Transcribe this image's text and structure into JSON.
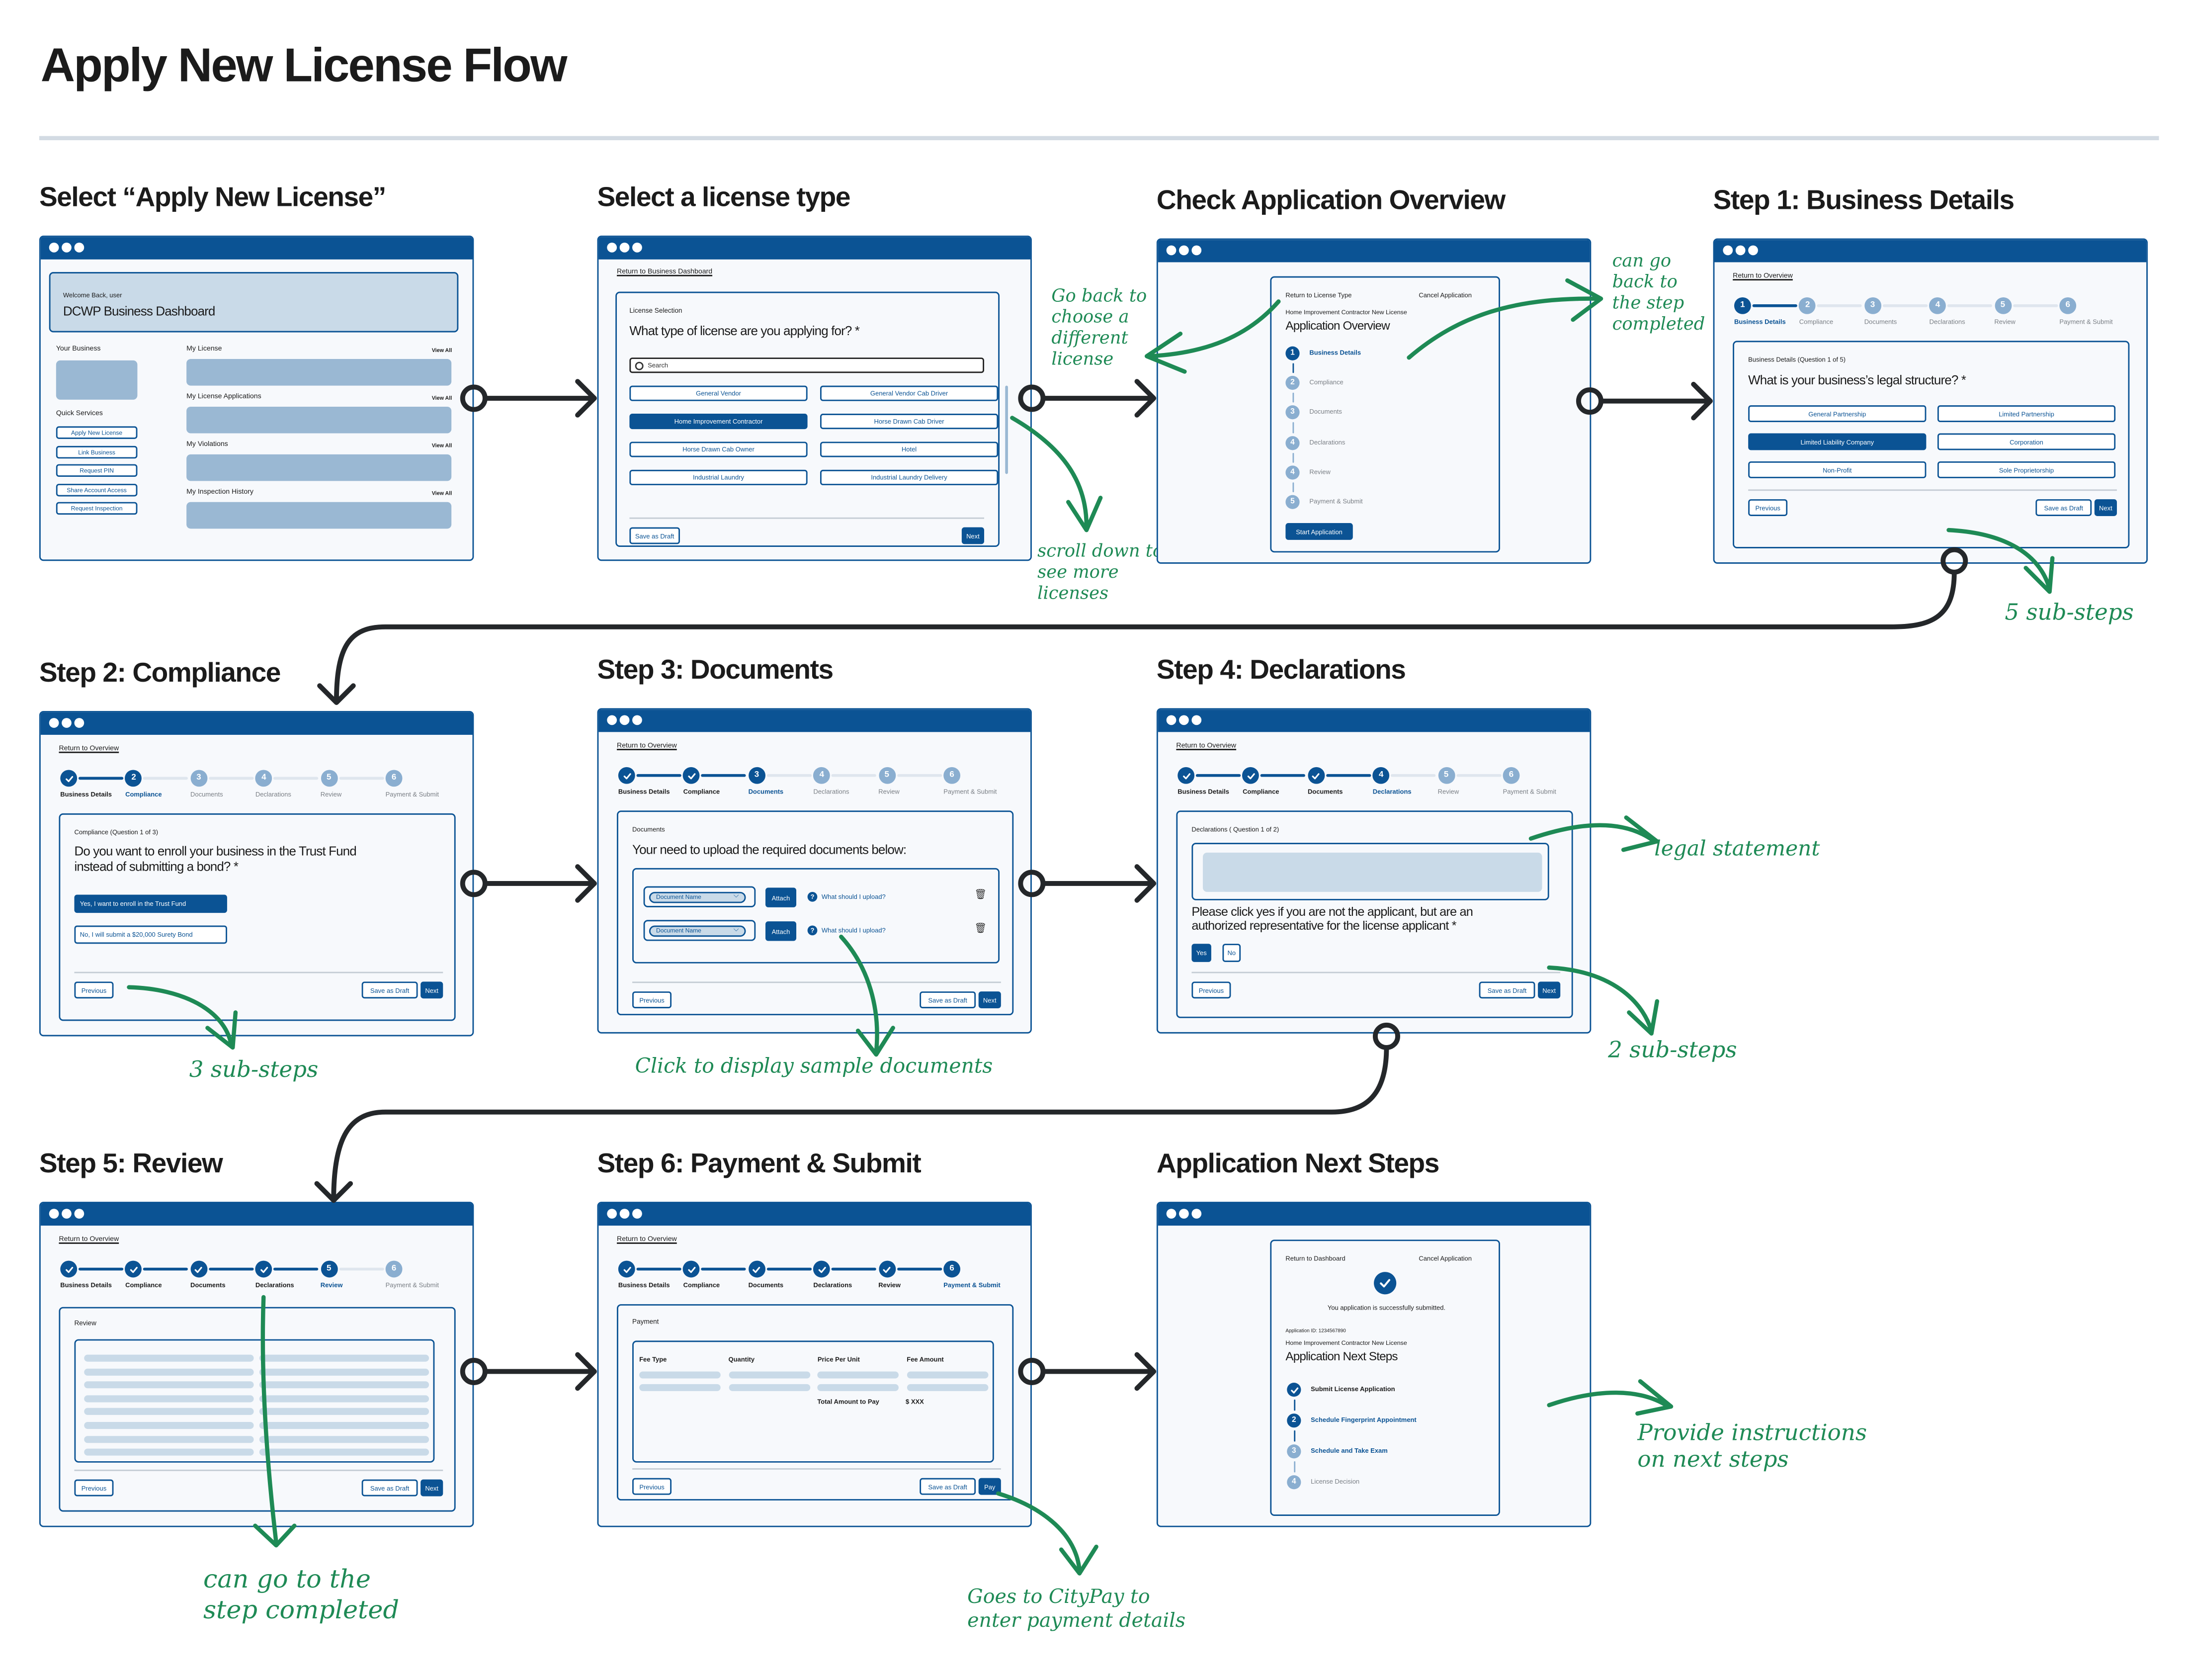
{
  "title": "Apply New License Flow",
  "colors": {
    "primary": "#0b5394",
    "step_todo": "#8aaed0",
    "placeholder": "#c9dae8",
    "dashboard_block": "#9ab8d3",
    "annotation": "#1e8a55",
    "connector": "#24272a"
  },
  "stepper_labels": [
    "Business Details",
    "Compliance",
    "Documents",
    "Declarations",
    "Review",
    "Payment & Submit"
  ],
  "common": {
    "return_overview": "Return to Overview",
    "previous": "Previous",
    "save_draft": "Save as Draft",
    "next": "Next"
  },
  "screens": [
    {
      "title": "Select “Apply New License”",
      "welcome": "Welcome Back, user",
      "heading": "DCWP Business Dashboard",
      "your_business": "Your Business",
      "quick_services": "Quick Services",
      "services": [
        "Apply New License",
        "Link Business",
        "Request PIN",
        "Share Account Access",
        "Request Inspection"
      ],
      "sections": [
        "My License",
        "My License Applications",
        "My Violations",
        "My Inspection History"
      ],
      "view_all": "View All"
    },
    {
      "title": "Select a license type",
      "return_link": "Return to Business Dashboard",
      "label": "License Selection",
      "question": "What type of license are you applying for? *",
      "search_placeholder": "Search",
      "options": [
        "General Vendor",
        "General Vendor Cab Driver",
        "Home Improvement Contractor",
        "Horse Drawn Cab Driver",
        "Horse Drawn Cab Owner",
        "Hotel",
        "Industrial Laundry",
        "Industrial Laundry Delivery"
      ],
      "selected": "Home Improvement Contractor",
      "save_draft": "Save as Draft",
      "next": "Next"
    },
    {
      "title": "Check Application Overview",
      "return_link": "Return to License Type",
      "cancel": "Cancel Application",
      "subtitle": "Home Improvement Contractor New License",
      "heading": "Application Overview",
      "steps": [
        {
          "n": "1",
          "label": "Business Details",
          "state": "current"
        },
        {
          "n": "2",
          "label": "Compliance",
          "state": "todo"
        },
        {
          "n": "3",
          "label": "Documents",
          "state": "todo"
        },
        {
          "n": "4",
          "label": "Declarations",
          "state": "todo"
        },
        {
          "n": "4",
          "label": "Review",
          "state": "todo"
        },
        {
          "n": "5",
          "label": "Payment & Submit",
          "state": "todo"
        }
      ],
      "start": "Start Application"
    },
    {
      "title": "Step 1: Business Details",
      "current_step": 1,
      "label": "Business Details (Question 1 of 5)",
      "question": "What is your business’s legal structure? *",
      "options": [
        "General Partnership",
        "Limited Partnership",
        "Limited Liability Company",
        "Corporation",
        "Non-Profit",
        "Sole Proprietorship"
      ],
      "selected": "Limited Liability Company"
    },
    {
      "title": "Step 2: Compliance",
      "current_step": 2,
      "label": "Compliance (Question 1 of 3)",
      "question": "Do you want to enroll your business in the Trust Fund\ninstead of submitting a bond? *",
      "yes": "Yes, I want to enroll in the Trust Fund",
      "no": "No, I will submit a $20,000 Surety Bond",
      "selected": "yes"
    },
    {
      "title": "Step 3: Documents",
      "current_step": 3,
      "label": "Documents",
      "question": "Your need to upload the required documents below:",
      "documents": [
        {
          "select": "Document Name",
          "attach": "Attach",
          "help": "What should I upload?"
        },
        {
          "select": "Document Name",
          "attach": "Attach",
          "help": "What should I upload?"
        }
      ]
    },
    {
      "title": "Step 4: Declarations",
      "current_step": 4,
      "label": "Declarations ( Question 1 of 2)",
      "question": "Please click yes if you are not the applicant, but are an\nauthorized representative for the license applicant *",
      "yes": "Yes",
      "no": "No",
      "selected": "yes"
    },
    {
      "title": "Step 5: Review",
      "current_step": 5,
      "label": "Review"
    },
    {
      "title": "Step 6: Payment & Submit",
      "current_step": 6,
      "label": "Payment",
      "columns": [
        "Fee Type",
        "Quantity",
        "Price Per Unit",
        "Fee Amount"
      ],
      "total_label": "Total Amount to Pay",
      "total_value": "$ XXX",
      "pay": "Pay"
    },
    {
      "title": "Application Next Steps",
      "return_link": "Return to Dashboard",
      "cancel": "Cancel Application",
      "message": "You application is successfully submitted.",
      "app_id": "Application ID: 1234567890",
      "subtitle": "Home Improvement Contractor New License",
      "heading": "Application Next Steps",
      "steps": [
        {
          "n": "✓",
          "label": "Submit License Application",
          "state": "done"
        },
        {
          "n": "2",
          "label": "Schedule Fingerprint Appointment",
          "state": "current"
        },
        {
          "n": "3",
          "label": "Schedule and Take Exam",
          "state": "todo-link"
        },
        {
          "n": "4",
          "label": "License Decision",
          "state": "todo"
        }
      ]
    }
  ],
  "annotations": {
    "go_back": "Go back to\nchoose a\ndifferent\nlicense",
    "can_go_back": "can go\nback to\nthe step\ncompleted",
    "scroll": "scroll down to\nsee more\nlicenses",
    "five_sub": "5 sub-steps",
    "three_sub": "3 sub-steps",
    "sample_docs": "Click to display sample documents",
    "legal": "legal statement",
    "two_sub": "2 sub-steps",
    "go_to_step": "can go to the\nstep completed",
    "citypay": "Goes to CityPay to\nenter payment details",
    "instructions": "Provide instructions\non next steps"
  }
}
